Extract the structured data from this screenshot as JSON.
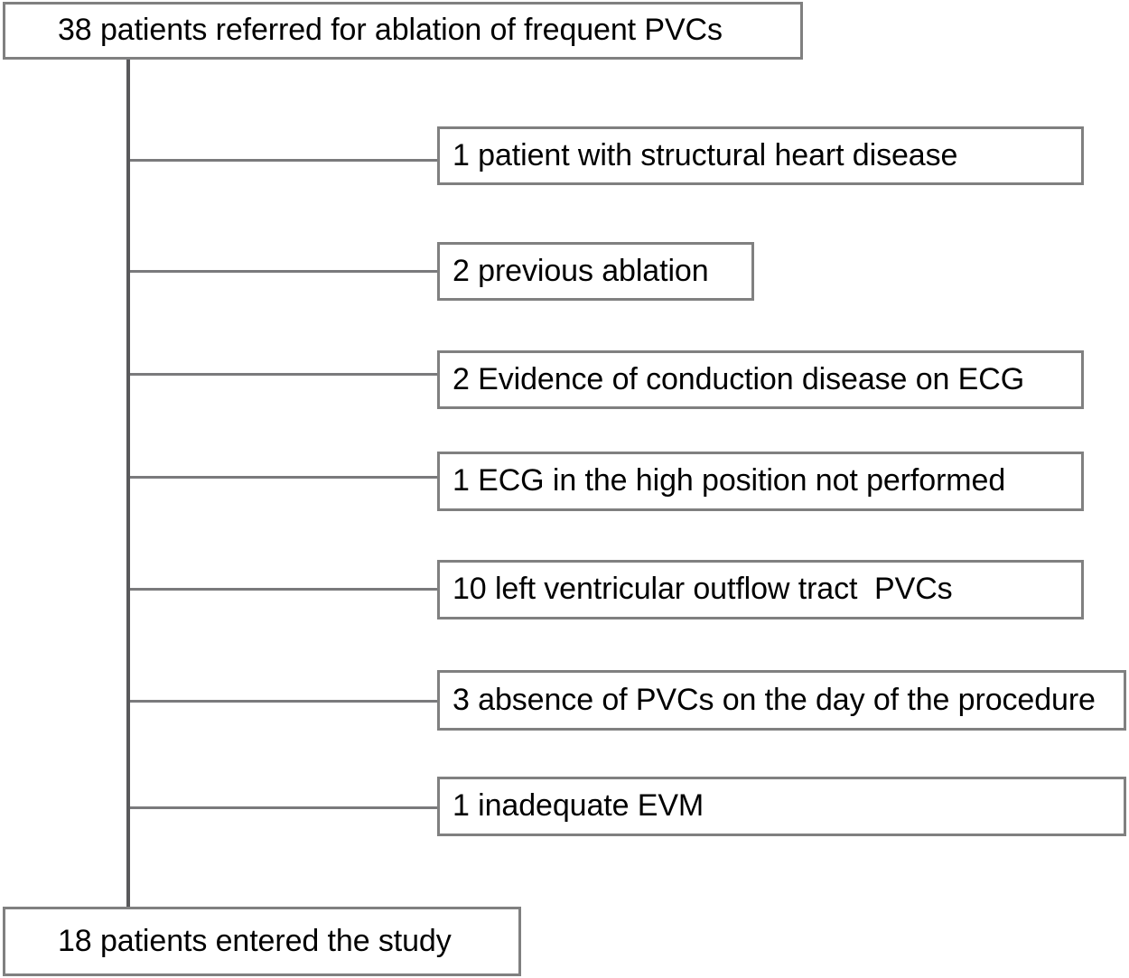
{
  "diagram": {
    "type": "flowchart",
    "title_node": {
      "id": "enrolled",
      "label": "38 patients referred for ablation of frequent PVCs",
      "count": 38
    },
    "final_node": {
      "id": "included",
      "label": "18 patients entered the study",
      "count": 18
    },
    "exclusions": [
      {
        "count": 1,
        "label": "1 patient with structural heart disease"
      },
      {
        "count": 2,
        "label": "2 previous ablation"
      },
      {
        "count": 2,
        "label": "2 Evidence of conduction disease on ECG"
      },
      {
        "count": 1,
        "label": "1 ECG in the high position not performed"
      },
      {
        "count": 10,
        "label": "10 left ventricular outflow tract  PVCs"
      },
      {
        "count": 3,
        "label": "3 absence of PVCs on the day of the procedure"
      },
      {
        "count": 1,
        "label": "1 inadequate EVM"
      }
    ],
    "colors": {
      "box_border": "#808080",
      "box_fill": "#ffffff",
      "connector": "#7a7a7c",
      "trunk": "#59595b",
      "text": "#000000",
      "background": "#ffffff"
    }
  }
}
